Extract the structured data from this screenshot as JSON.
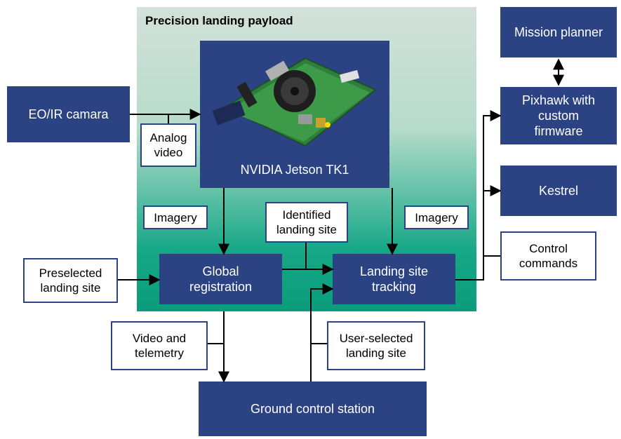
{
  "payload": {
    "title": "Precision landing payload"
  },
  "nodes": {
    "eo_ir_camera": "EO/IR camara",
    "jetson": "NVIDIA Jetson TK1",
    "global_registration": "Global\nregistration",
    "landing_site_tracking": "Landing site\ntracking",
    "ground_control_station": "Ground control station",
    "mission_planner": "Mission planner",
    "pixhawk": "Pixhawk with\ncustom\nfirmware",
    "kestrel": "Kestrel"
  },
  "labels": {
    "analog_video": "Analog\nvideo",
    "imagery_left": "Imagery",
    "identified_landing_site": "Identified\nlanding site",
    "imagery_right": "Imagery",
    "preselected_landing_site": "Preselected\nlanding site",
    "control_commands": "Control\ncommands",
    "video_telemetry": "Video and\ntelemetry",
    "user_selected_landing_site": "User-selected\nlanding site"
  },
  "colors": {
    "node_fill": "#2b4283",
    "payload_top": "#d3e1da",
    "payload_bottom": "#0b9d7b",
    "wire": "#000000"
  }
}
